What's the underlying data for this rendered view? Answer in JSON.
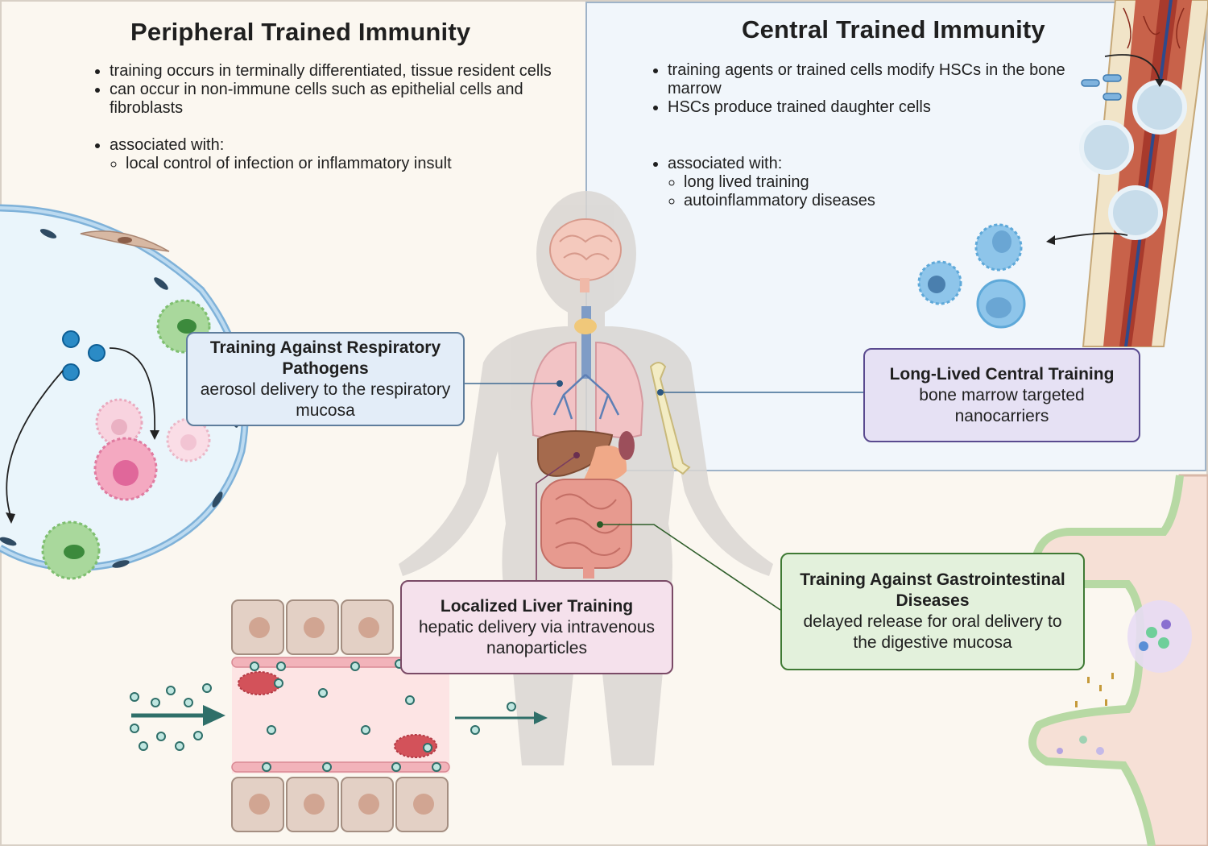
{
  "peripheral": {
    "title": "Peripheral Trained Immunity",
    "bullets": [
      "training occurs in terminally differentiated, tissue resident cells",
      "can occur in non-immune cells such as epithelial cells and fibroblasts"
    ],
    "associated_label": "associated with:",
    "associated_items": [
      "local control of infection or inflammatory insult"
    ]
  },
  "central": {
    "title": "Central Trained Immunity",
    "bullets": [
      "training agents or trained cells modify HSCs in the bone marrow",
      "HSCs produce trained daughter cells"
    ],
    "associated_label": "associated with:",
    "associated_items": [
      "long lived training",
      "autoinflammatory diseases"
    ]
  },
  "boxes": {
    "respiratory": {
      "title": "Training Against Respiratory Pathogens",
      "body": "aerosol delivery to the respiratory mucosa"
    },
    "bone": {
      "title": "Long-Lived Central Training",
      "body": "bone marrow targeted nanocarriers"
    },
    "liver": {
      "title": "Localized Liver Training",
      "body": "hepatic delivery via intravenous nanoparticles"
    },
    "gi": {
      "title": "Training Against Gastrointestinal Diseases",
      "body": "delayed release for oral delivery to the digestive mucosa"
    }
  },
  "colors": {
    "central_panel": "#f1f6fb",
    "respiratory_box": "#e3edf8",
    "bone_box": "#e6e1f4",
    "liver_box": "#f5e1ec",
    "gi_box": "#e3f1dc",
    "nanoparticle": "#2b8bc6",
    "liver_particle": "#3d8f8a"
  }
}
